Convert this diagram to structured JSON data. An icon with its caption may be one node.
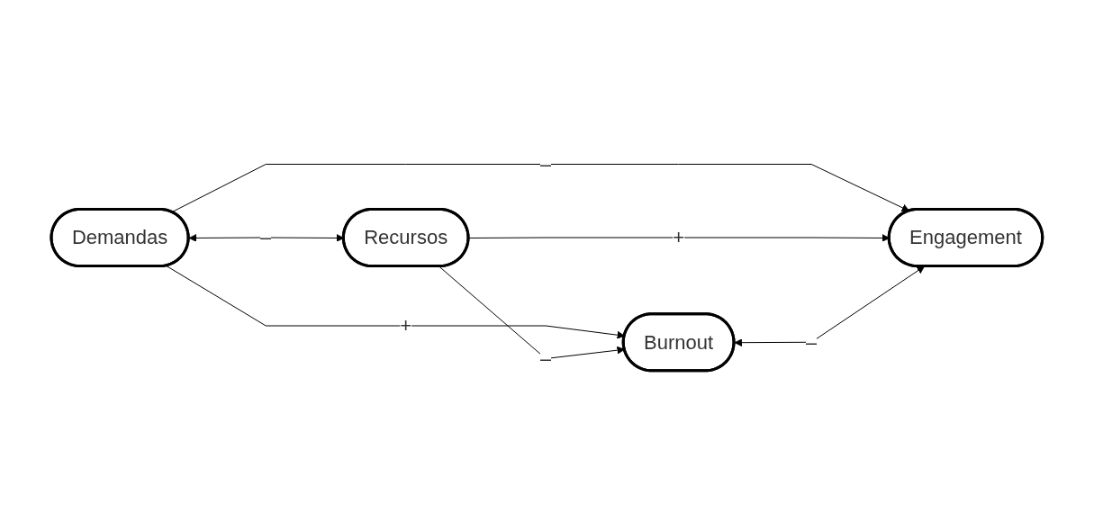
{
  "diagram": {
    "nodes": [
      {
        "text": [
          "Demandas"
        ]
      },
      {
        "text": [
          "Recursos"
        ]
      },
      {
        "text": [
          "Burnout"
        ]
      },
      {
        "text": [
          "Engagement"
        ]
      }
    ],
    "edges": [
      {
        "from": 0,
        "to": 1,
        "arrow": "both",
        "label": "–"
      },
      {
        "from": 0,
        "to": 2,
        "arrow": "to",
        "label": "+"
      },
      {
        "from": 0,
        "to": 3,
        "arrow": "to",
        "label": "–"
      },
      {
        "from": 1,
        "to": 2,
        "arrow": "to",
        "label": "–"
      },
      {
        "from": 1,
        "to": 3,
        "arrow": "to",
        "label": "+"
      },
      {
        "from": 2,
        "to": 3,
        "arrow": "both",
        "label": "–"
      }
    ]
  }
}
